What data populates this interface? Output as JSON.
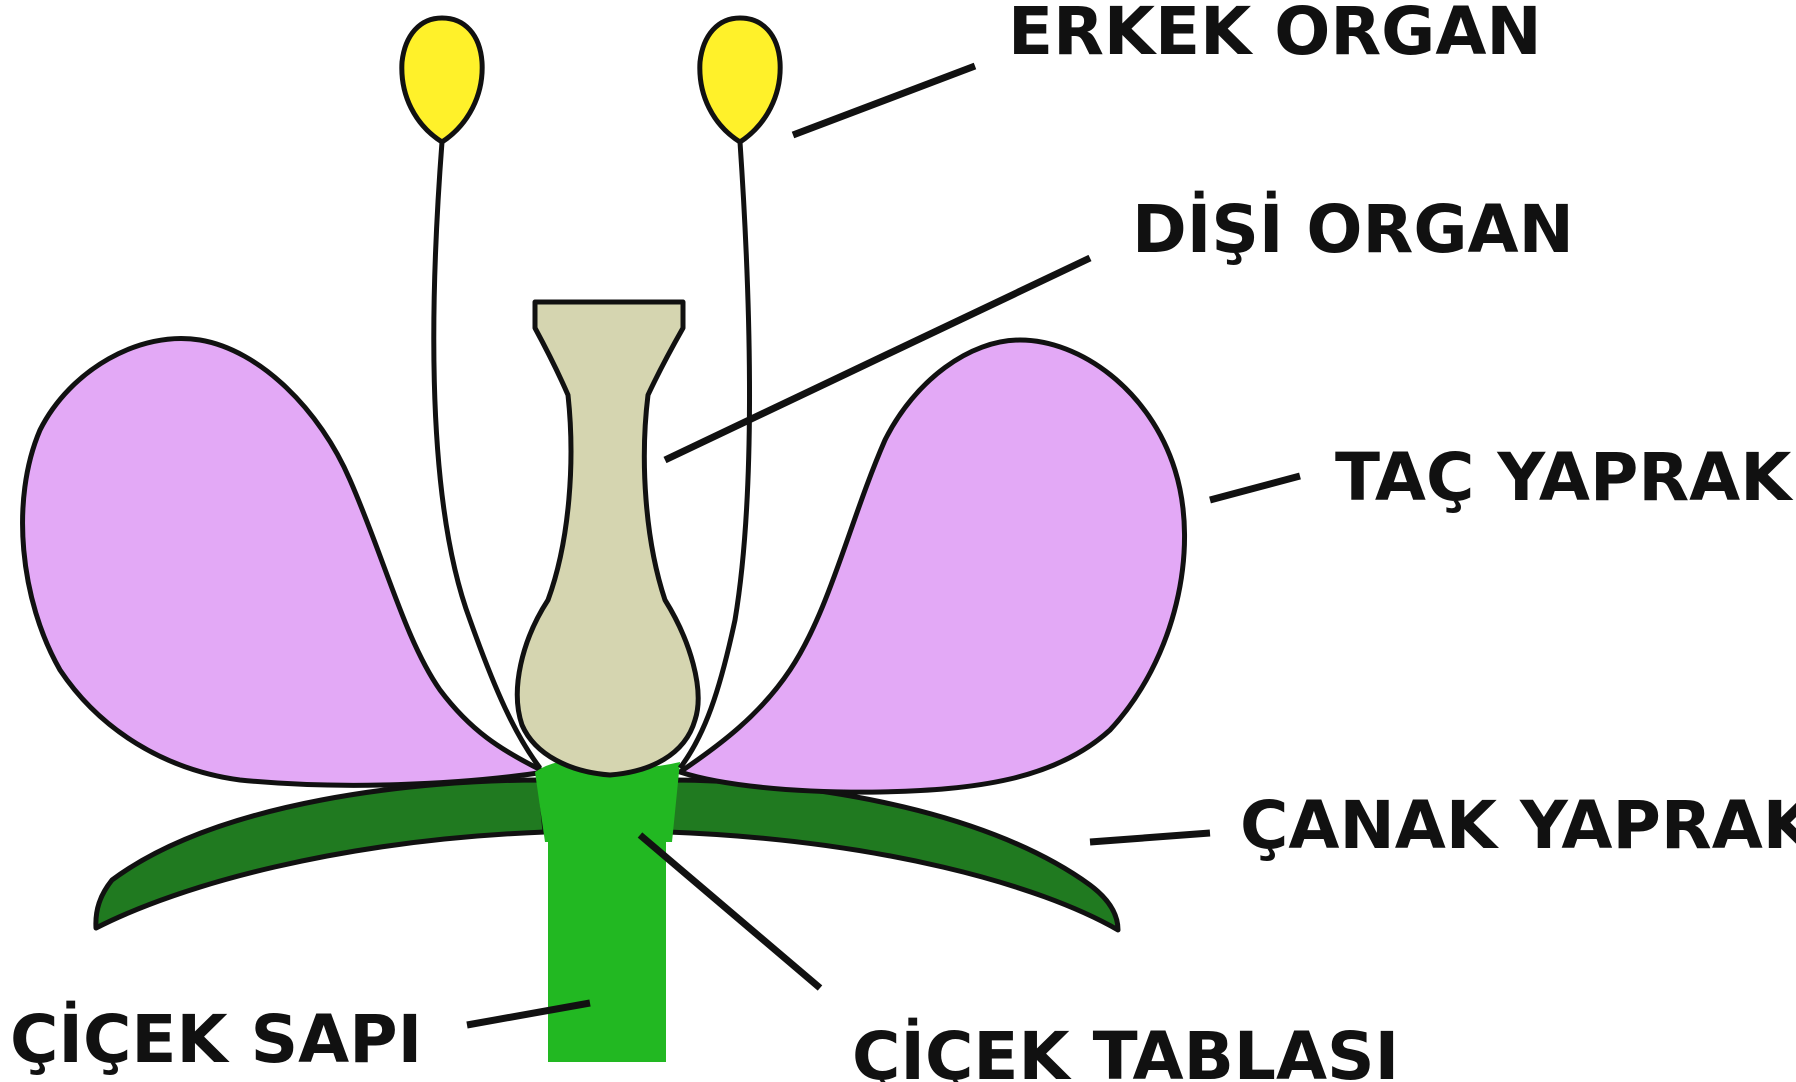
{
  "labels": {
    "erkek_organ": "ERKEK ORGAN",
    "disi_organ": "DİŞİ ORGAN",
    "tac_yaprak": "TAÇ YAPRAK",
    "canak_yaprak": "ÇANAK YAPRAK",
    "cicek_sapi": "ÇİÇEK SAPI",
    "cicek_tablasi": "ÇİÇEK TABLASI"
  },
  "colors": {
    "petal": "#e3a9f6",
    "sepal": "#207a20",
    "stem": "#22b822",
    "receptacle": "#22b822",
    "pistil": "#d5d5b0",
    "anther": "#fff12a",
    "outline": "#111111"
  }
}
